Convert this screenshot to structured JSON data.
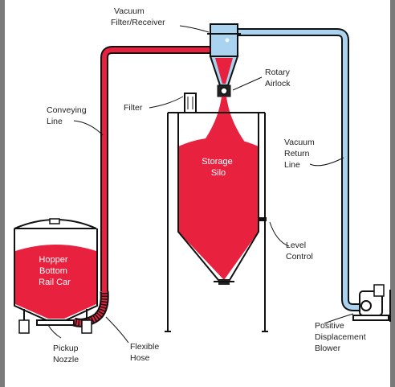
{
  "labels": {
    "vacuum_filter": [
      "Vacuum",
      "Filter/Receiver"
    ],
    "rotary_airlock": [
      "Rotary",
      "Airlock"
    ],
    "conveying_line": [
      "Conveying",
      "Line"
    ],
    "filter": "Filter",
    "vacuum_return": [
      "Vacuum",
      "Return",
      "Line"
    ],
    "storage_silo": [
      "Storage",
      "Silo"
    ],
    "hopper_car": [
      "Hopper",
      "Bottom",
      "Rail Car"
    ],
    "level_control": [
      "Level",
      "Control"
    ],
    "pickup_nozzle": [
      "Pickup",
      "Nozzle"
    ],
    "flexible_hose": [
      "Flexible",
      "Hose"
    ],
    "blower": [
      "Positive",
      "Displacement",
      "Blower"
    ]
  },
  "colors": {
    "material": "#e8213f",
    "vacuum_line": "#a9d3ee",
    "outline": "#111111",
    "frame": "#7a7a7a"
  }
}
